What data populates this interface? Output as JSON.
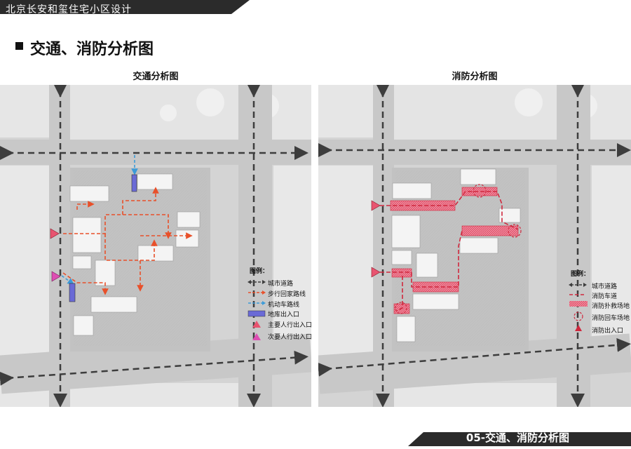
{
  "header": {
    "project_title": "北京长安和玺住宅小区设计"
  },
  "section": {
    "title": "交通、消防分析图"
  },
  "panels": {
    "traffic": {
      "title": "交通分析图",
      "legend_title": "图例：",
      "legend": [
        "城市道路",
        "步行回家路线",
        "机动车路线",
        "地库出入口",
        "主要人行出入口",
        "次要人行出入口"
      ]
    },
    "fire": {
      "title": "消防分析图",
      "legend_title": "图例：",
      "legend": [
        "城市道路",
        "消防车道",
        "消防扑救场地",
        "消防回车场地",
        "消防出入口"
      ]
    }
  },
  "footer": {
    "page_title": "05-交通、消防分析图"
  },
  "colors": {
    "banner": "#2b2b2b",
    "city_road": "#3d3d3d",
    "walk_route": "#e8502a",
    "vehicle_route": "#3b9ad8",
    "garage_entry": "#6a6ad6",
    "main_entry": "#e85470",
    "secondary_entry": "#dd4fb3",
    "fire_lane": "#d0283e",
    "rescue_site": "#f08a9f"
  },
  "icons": {
    "city_road": "double-arrow-dashed-icon",
    "walk_route": "orange-dashed-arrow-icon",
    "vehicle_route": "blue-dashed-arrow-icon",
    "garage_entry": "purple-bar-icon",
    "main_entry": "red-triangle-icon",
    "secondary_entry": "magenta-triangle-icon",
    "fire_lane": "red-dashed-line-icon",
    "rescue_site": "pink-hatched-bar-icon",
    "turnaround": "dashed-circle-icon",
    "fire_entry": "red-triangle-icon"
  }
}
